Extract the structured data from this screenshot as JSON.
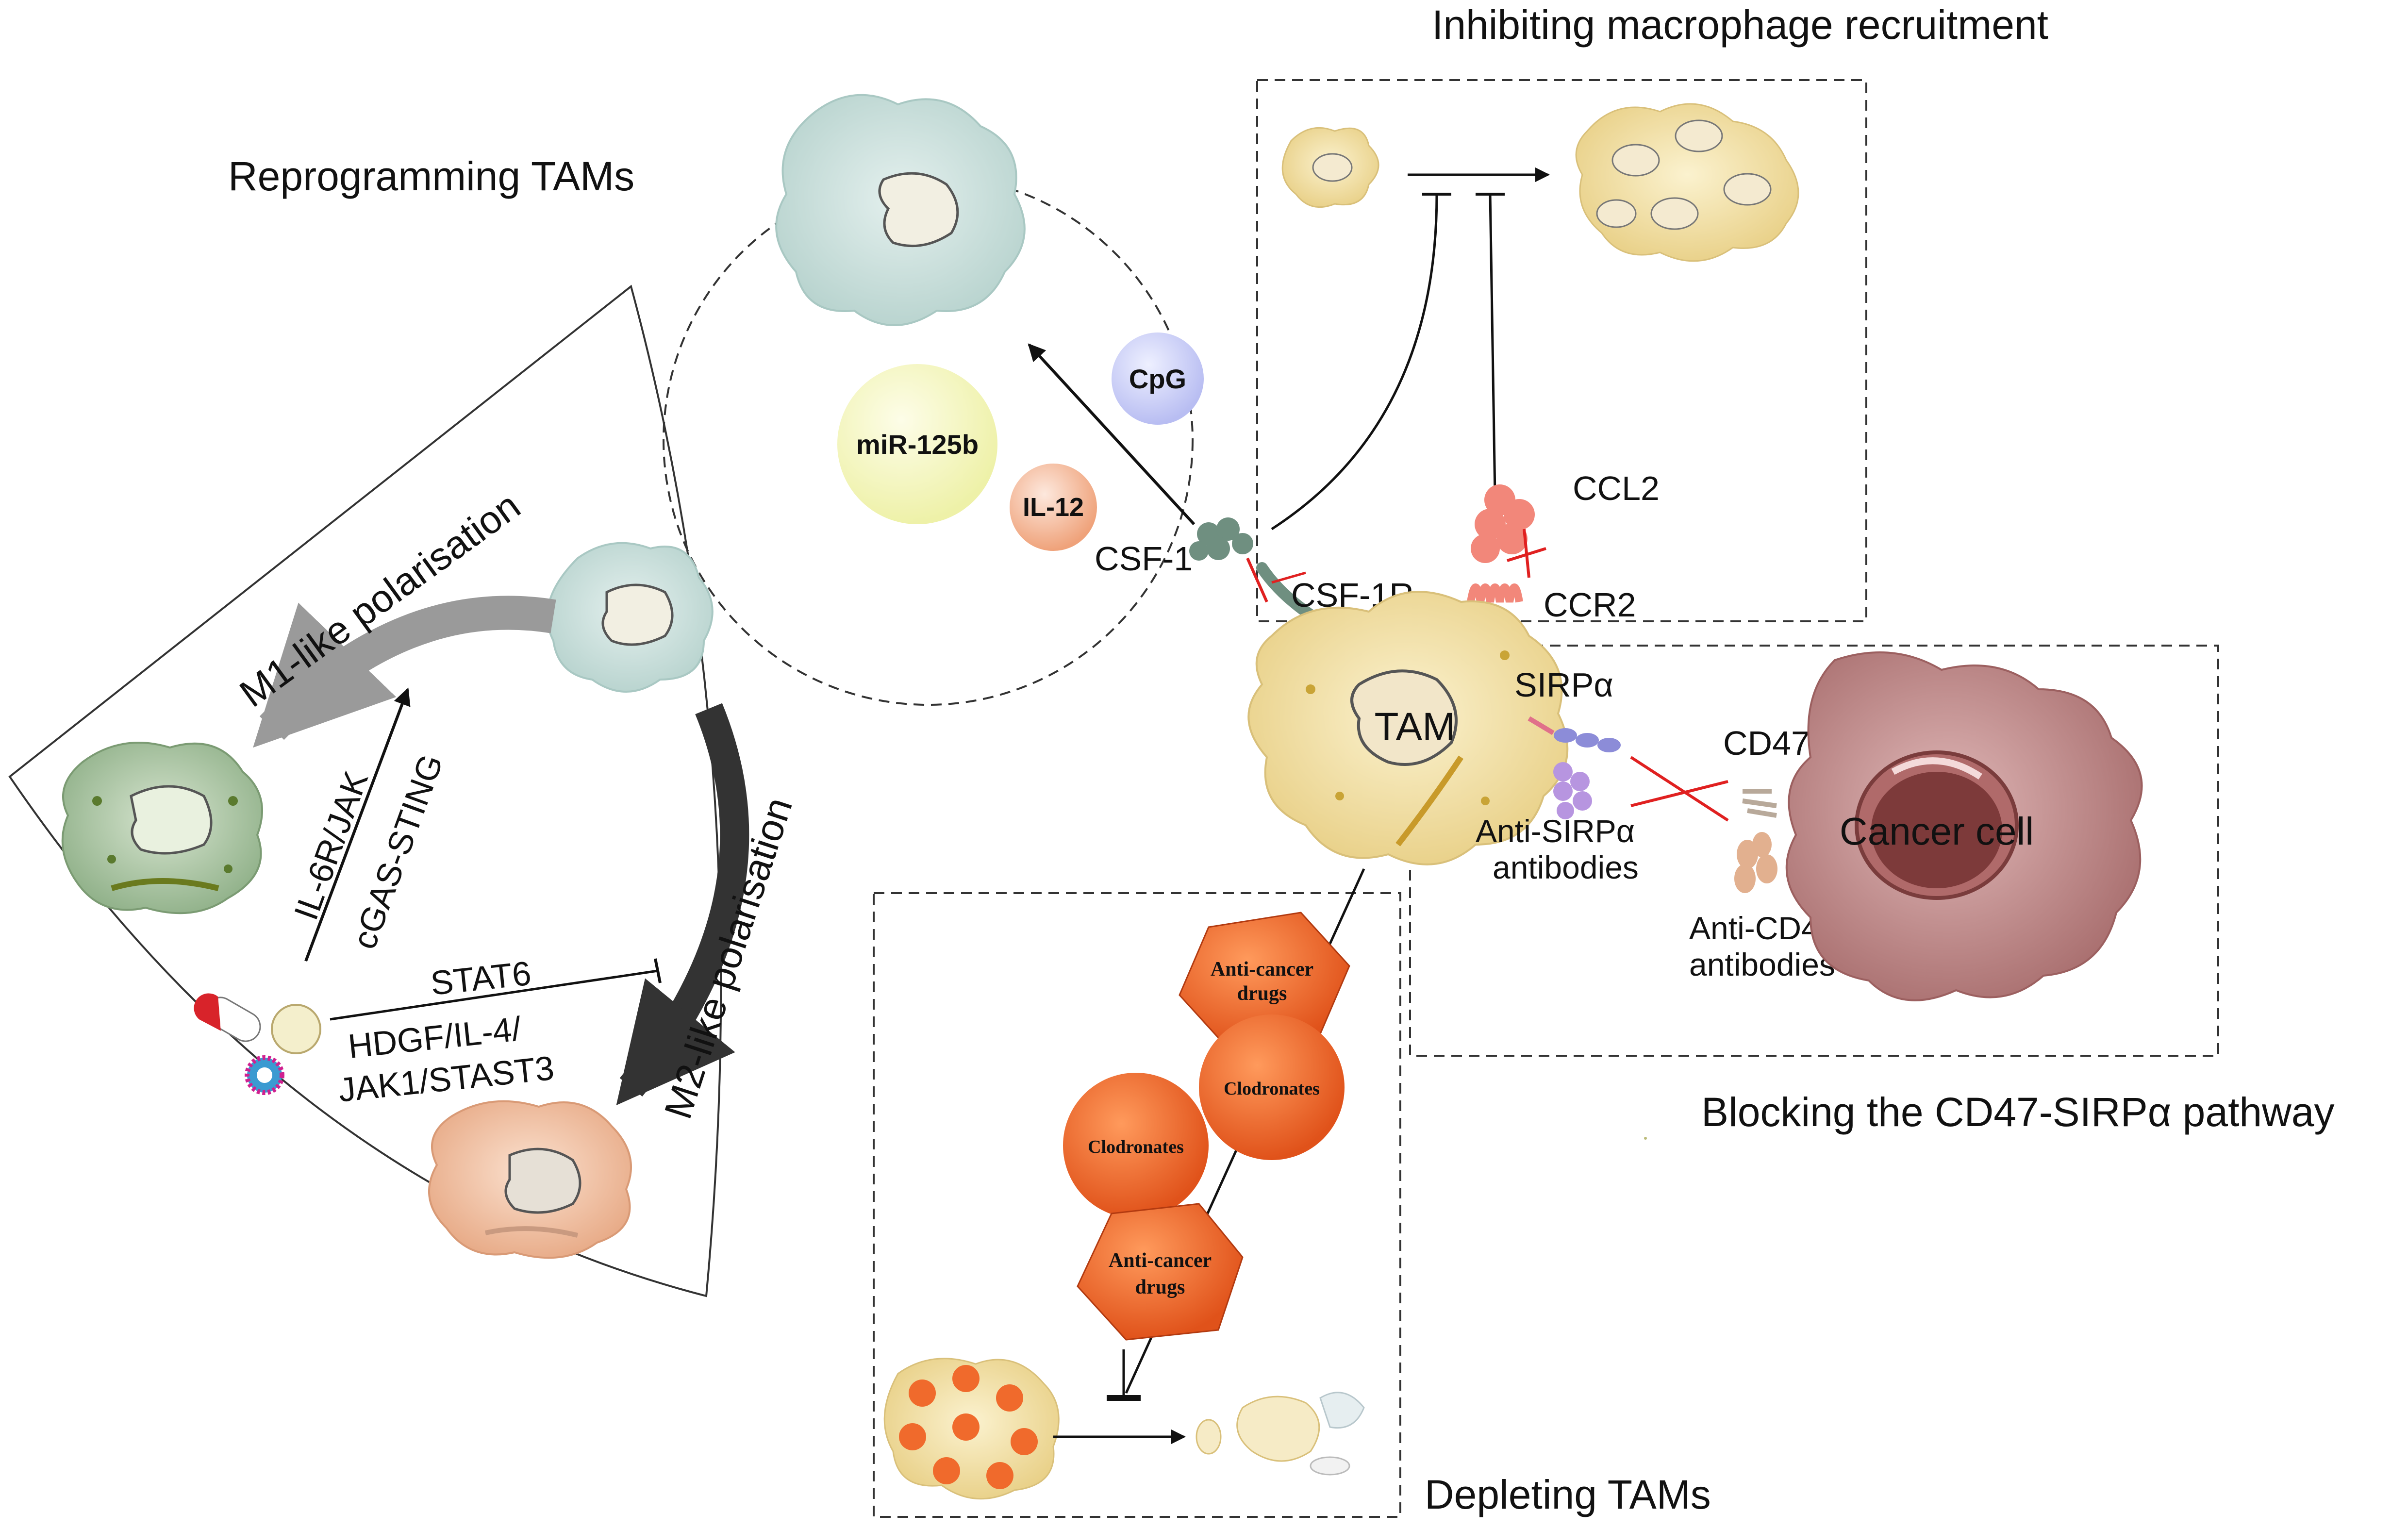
{
  "labels": {
    "reprogramming": "Reprogramming TAMs",
    "inhibiting": "Inhibiting macrophage recruitment",
    "blocking": "Blocking the CD47-SIRPα pathway",
    "depleting": "Depleting TAMs",
    "m1_polarisation": "M1-like polarisation",
    "m2_polarisation": "M2-like polarisation",
    "il6r_jak": "IL-6R/JAK",
    "cgas_sting": "cGAS-STING",
    "stat6": "STAT6",
    "hdgf_il4": "HDGF/IL-4/",
    "jak1_stast3": "JAK1/STAST3",
    "cpg": "CpG",
    "mir125b": "miR-125b",
    "il12": "IL-12",
    "csf1": "CSF-1",
    "csf1r": "CSF-1R",
    "ccl2": "CCL2",
    "ccr2": "CCR2",
    "tam": "TAM",
    "sirpa": "SIRPα",
    "cd47": "CD47",
    "cancer_cell": "Cancer cell",
    "anti_sirpa_1": "Anti-SIRPα",
    "anti_sirpa_2": "antibodies",
    "anti_cd47_1": "Anti-CD47",
    "anti_cd47_2": "antibodies",
    "anticancer_1a": "Anti-cancer",
    "anticancer_1b": "drugs",
    "anticancer_2a": "Anti-cancer",
    "anticancer_2b": "drugs",
    "clodronates_1": "Clodronates",
    "clodronates_2": "Clodronates"
  },
  "colors": {
    "tam_body": "#f3e2a6",
    "m1_body": "#b9cfb0",
    "m2_body": "#f3c9ad",
    "teal_body": "#cfe3e0",
    "cancer_body": "#c99393",
    "drug_orange": "#f06a2c",
    "inhibition_red": "#e02020"
  }
}
